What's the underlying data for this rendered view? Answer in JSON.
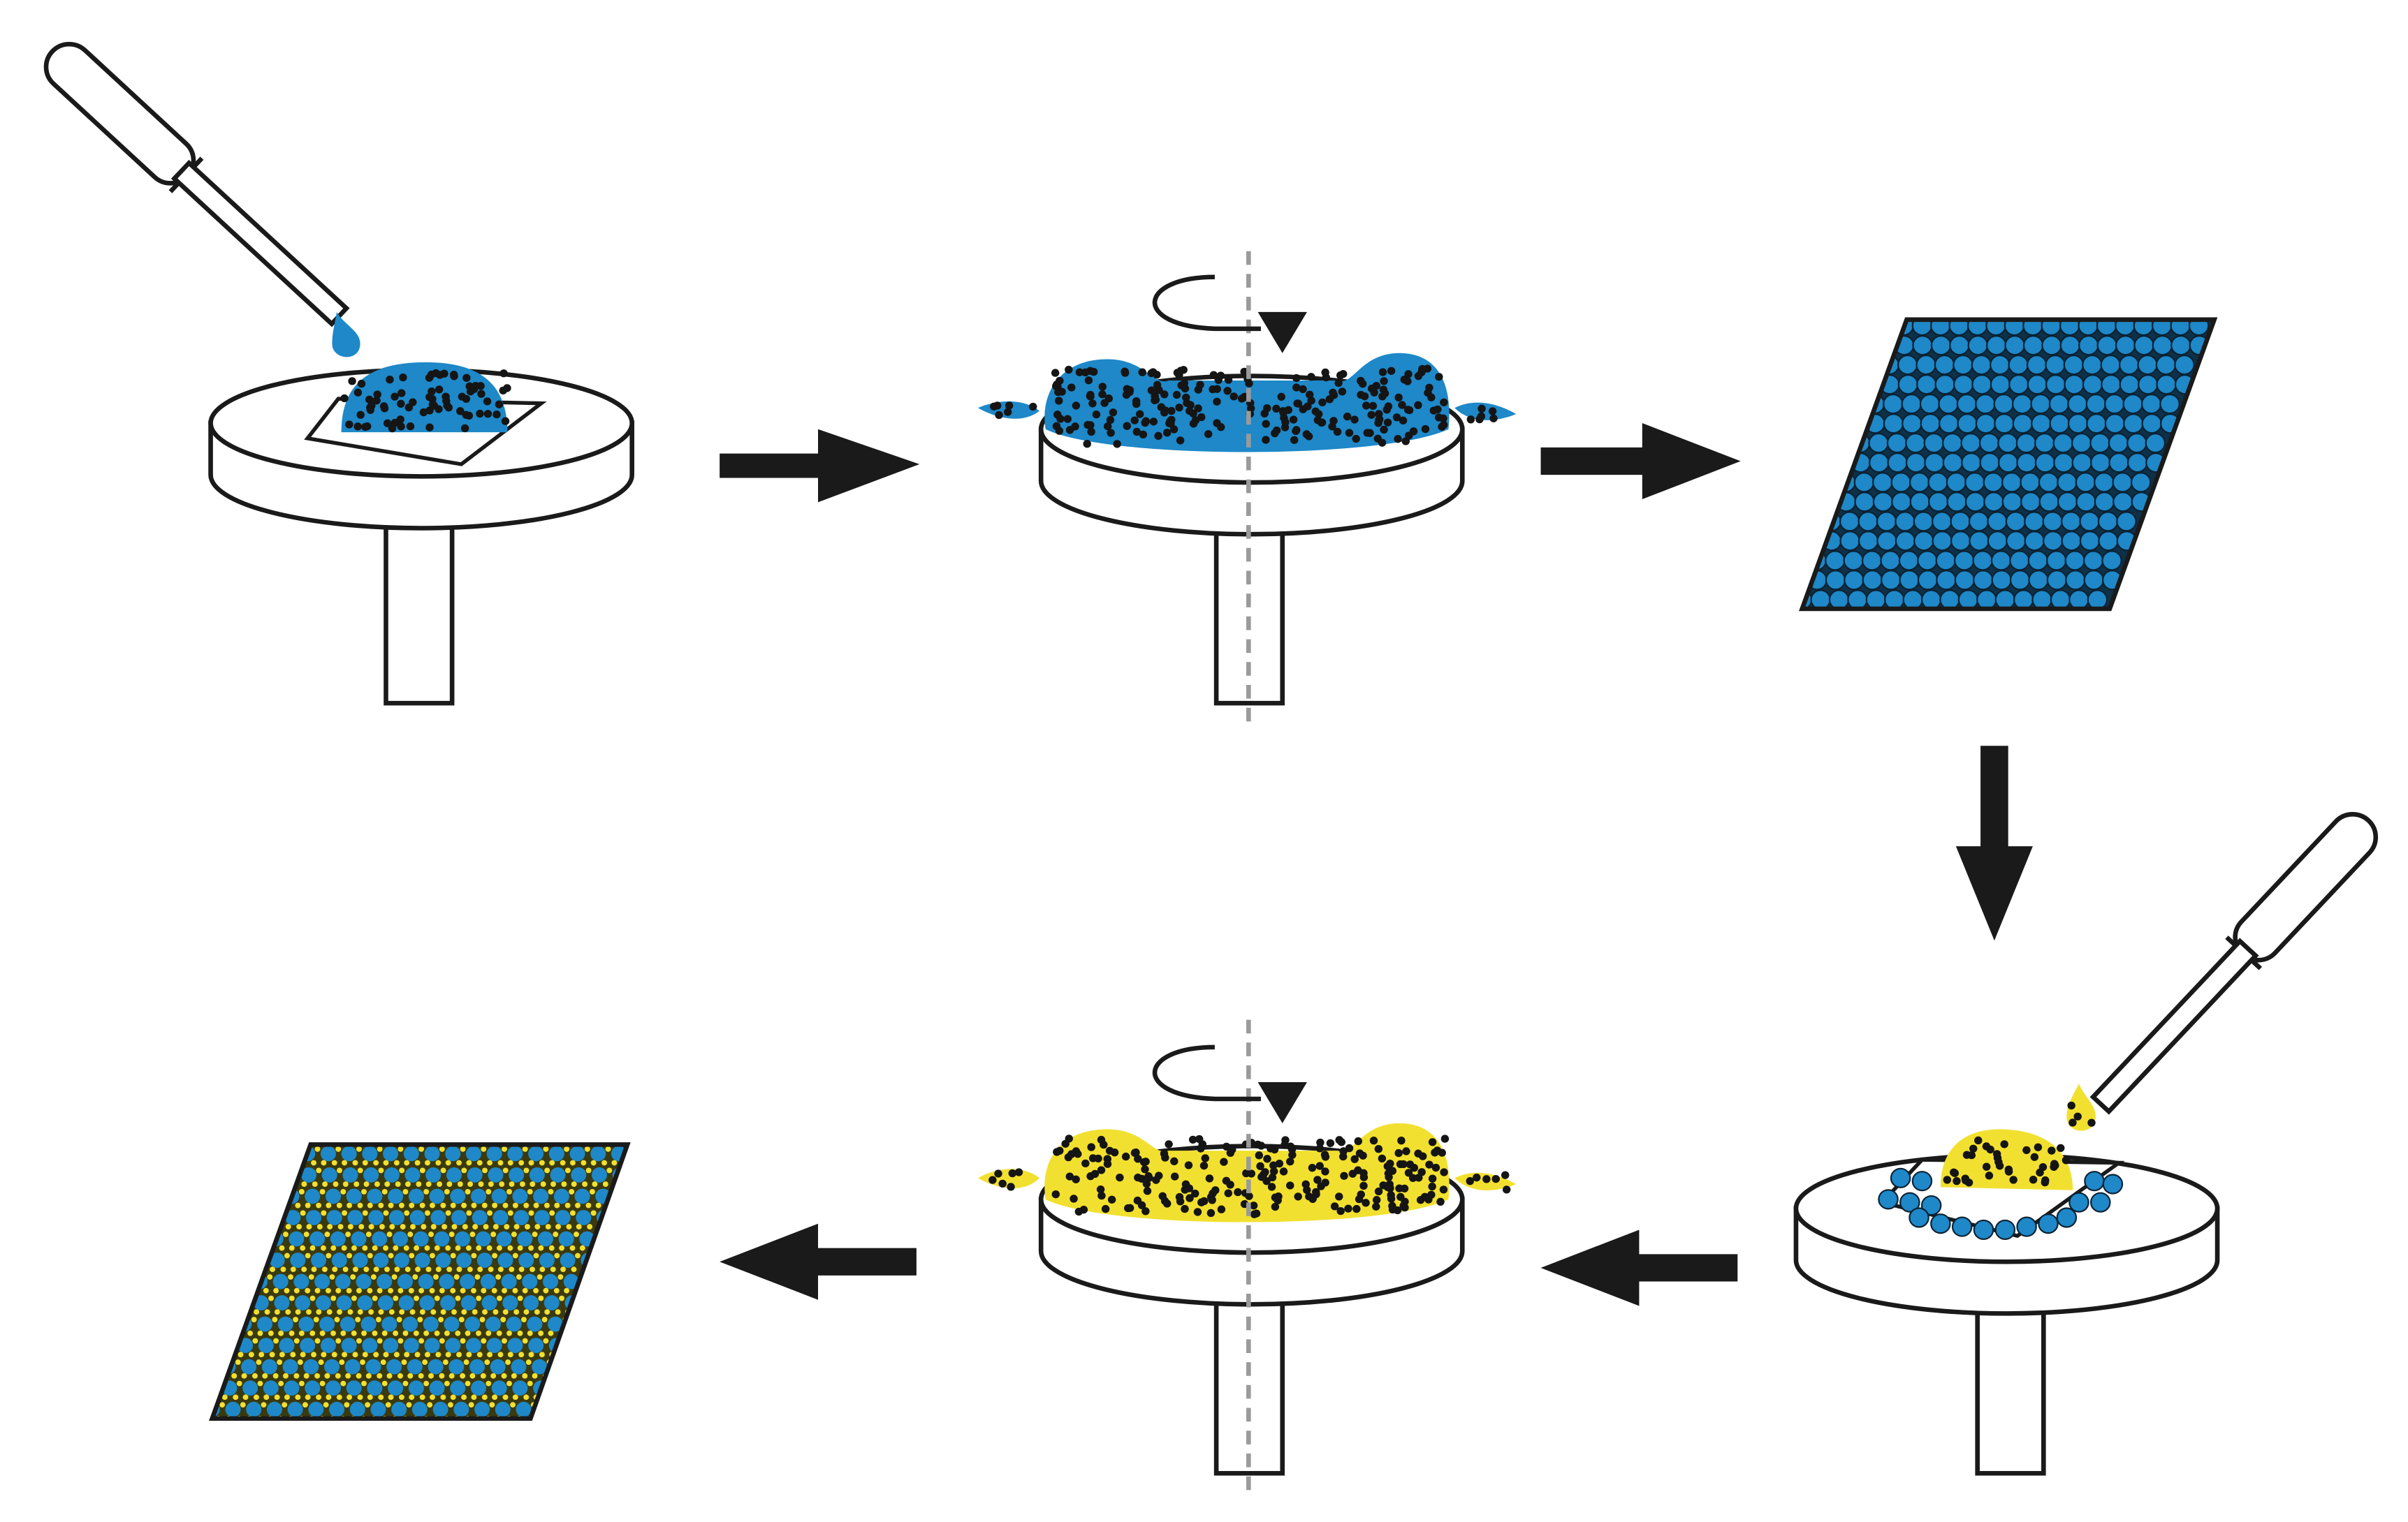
{
  "colors": {
    "blue": "#1e88c8",
    "yellow": "#f2e030",
    "dot": "#151515",
    "line": "#1a1a1a",
    "arrow": "#1a1a1a",
    "axis": "#9a9a9a",
    "bg": "#ffffff"
  },
  "steps": [
    {
      "id": "step-1",
      "scene": "dispense-blue",
      "icons": [
        "pipette-icon",
        "spin-coater-icon",
        "droplet-icon"
      ]
    },
    {
      "id": "step-2",
      "scene": "spin-blue",
      "icons": [
        "rotation-icon",
        "spin-coater-icon",
        "droplet-icon"
      ]
    },
    {
      "id": "step-3",
      "scene": "blue-monolayer",
      "icons": [
        "monolayer-icon"
      ]
    },
    {
      "id": "step-4",
      "scene": "dispense-yellow",
      "icons": [
        "pipette-icon",
        "spin-coater-icon",
        "droplet-icon"
      ]
    },
    {
      "id": "step-5",
      "scene": "spin-yellow",
      "icons": [
        "rotation-icon",
        "spin-coater-icon",
        "droplet-icon"
      ]
    },
    {
      "id": "step-6",
      "scene": "binary-lattice",
      "icons": [
        "binary-lattice-icon"
      ]
    }
  ],
  "arrows": [
    {
      "from": "step-1",
      "to": "step-2",
      "direction": "right"
    },
    {
      "from": "step-2",
      "to": "step-3",
      "direction": "right"
    },
    {
      "from": "step-3",
      "to": "step-4",
      "direction": "down"
    },
    {
      "from": "step-4",
      "to": "step-5",
      "direction": "left"
    },
    {
      "from": "step-5",
      "to": "step-6",
      "direction": "left"
    }
  ]
}
